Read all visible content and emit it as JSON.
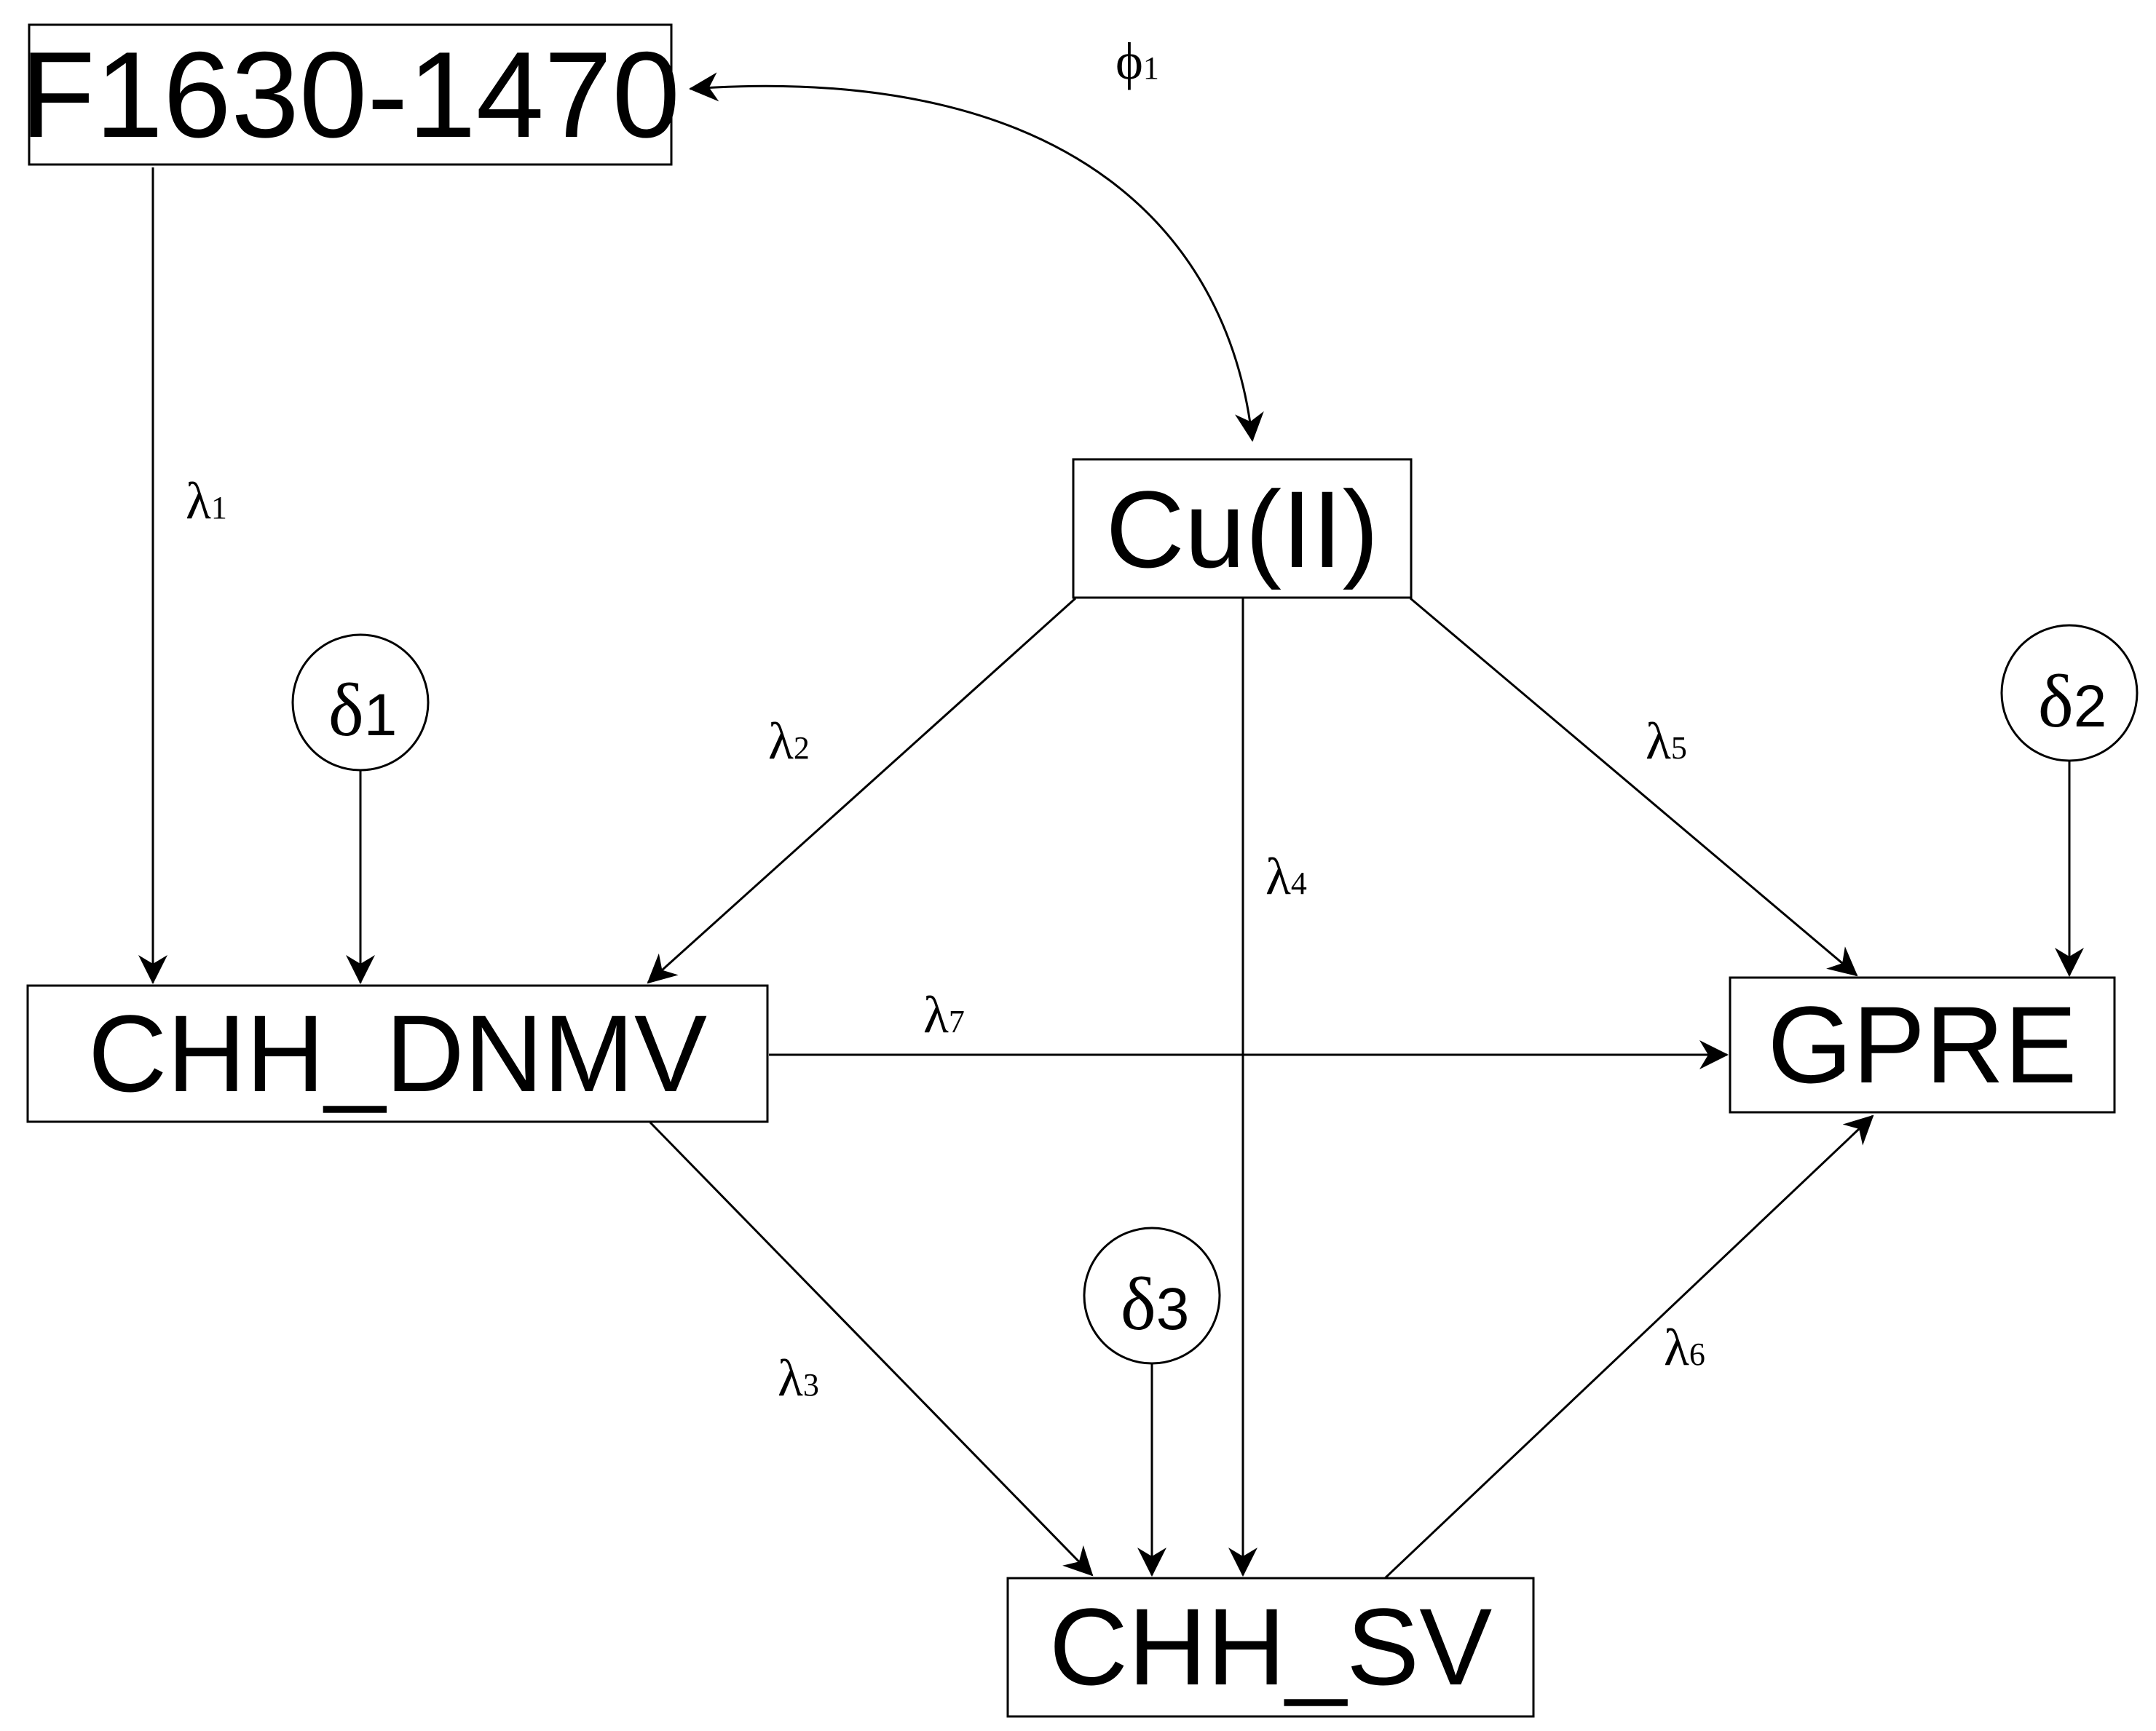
{
  "nodes": {
    "f": "F1630-1470",
    "cu": "Cu(II)",
    "dnmv": "CHH_DNMV",
    "gpre": "GPRE",
    "sv": "CHH_SV"
  },
  "errors": {
    "d1": {
      "symbol": "δ",
      "sub": "1"
    },
    "d2": {
      "symbol": "δ",
      "sub": "2"
    },
    "d3": {
      "symbol": "δ",
      "sub": "3"
    }
  },
  "params": {
    "phi1": {
      "symbol": "ϕ",
      "sub": "1"
    },
    "l1": {
      "symbol": "λ",
      "sub": "1"
    },
    "l2": {
      "symbol": "λ",
      "sub": "2"
    },
    "l3": {
      "symbol": "λ",
      "sub": "3"
    },
    "l4": {
      "symbol": "λ",
      "sub": "4"
    },
    "l5": {
      "symbol": "λ",
      "sub": "5"
    },
    "l6": {
      "symbol": "λ",
      "sub": "6"
    },
    "l7": {
      "symbol": "λ",
      "sub": "7"
    }
  },
  "colors": {
    "stroke": "#000000",
    "background": "#ffffff"
  }
}
